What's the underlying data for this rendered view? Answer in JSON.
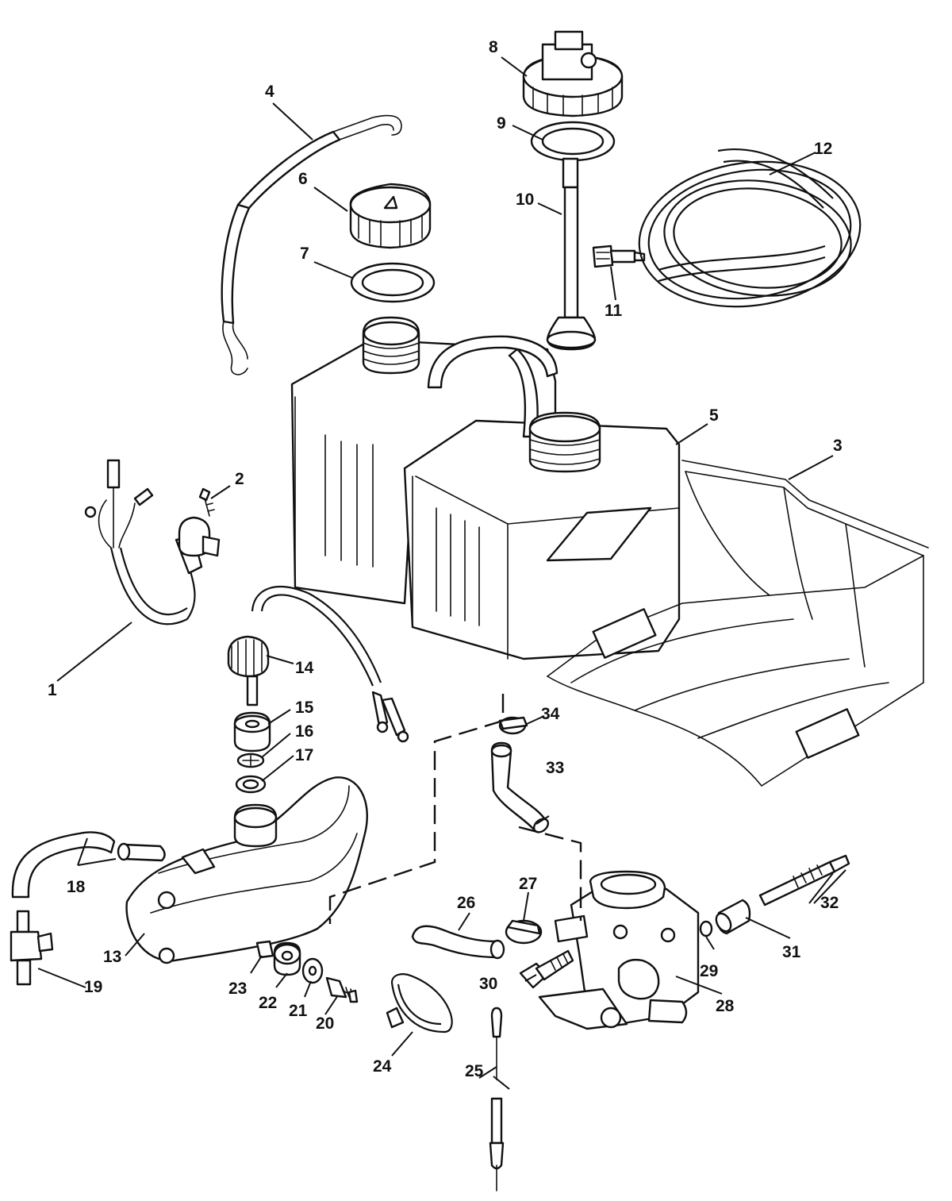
{
  "callouts": [
    "1",
    "2",
    "3",
    "4",
    "5",
    "6",
    "7",
    "8",
    "9",
    "10",
    "11",
    "12",
    "13",
    "14",
    "15",
    "16",
    "17",
    "18",
    "19",
    "20",
    "21",
    "22",
    "23",
    "24",
    "25",
    "26",
    "27",
    "28",
    "29",
    "30",
    "31",
    "32",
    "33",
    "34"
  ]
}
